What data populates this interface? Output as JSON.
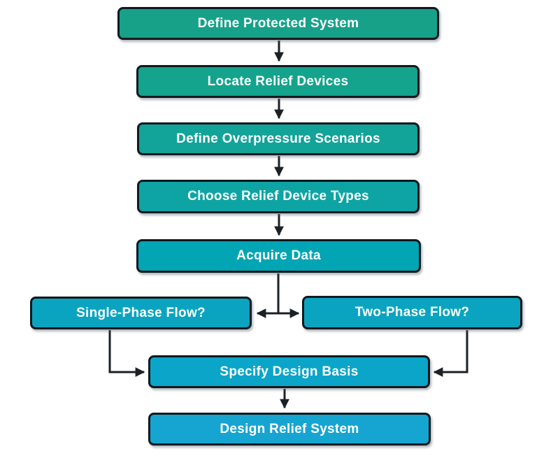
{
  "diagram": {
    "type": "flowchart",
    "colors": {
      "background": "#ffffff",
      "border": "#10191f",
      "arrow": "#1c2125",
      "text": "#ffffff"
    },
    "nodes": [
      {
        "id": "define-protected-system",
        "label": "Define Protected System",
        "color": "#17a189"
      },
      {
        "id": "locate-relief-devices",
        "label": "Locate Relief Devices",
        "color": "#14a38c"
      },
      {
        "id": "define-overpressure-scenarios",
        "label": "Define Overpressure Scenarios",
        "color": "#12a399"
      },
      {
        "id": "choose-relief-device-types",
        "label": "Choose Relief Device Types",
        "color": "#0ea4a4"
      },
      {
        "id": "acquire-data",
        "label": "Acquire Data",
        "color": "#02a5b4"
      },
      {
        "id": "single-phase-flow",
        "label": "Single-Phase Flow?",
        "color": "#0aa4c0"
      },
      {
        "id": "two-phase-flow",
        "label": "Two-Phase Flow?",
        "color": "#0aa4c0"
      },
      {
        "id": "specify-design-basis",
        "label": "Specify Design Basis",
        "color": "#0aa5c8"
      },
      {
        "id": "design-relief-system",
        "label": "Design Relief System",
        "color": "#16a5d1"
      }
    ],
    "edges": [
      {
        "from": "define-protected-system",
        "to": "locate-relief-devices"
      },
      {
        "from": "locate-relief-devices",
        "to": "define-overpressure-scenarios"
      },
      {
        "from": "define-overpressure-scenarios",
        "to": "choose-relief-device-types"
      },
      {
        "from": "choose-relief-device-types",
        "to": "acquire-data"
      },
      {
        "from": "acquire-data",
        "to": "single-phase-flow"
      },
      {
        "from": "acquire-data",
        "to": "two-phase-flow"
      },
      {
        "from": "single-phase-flow",
        "to": "specify-design-basis"
      },
      {
        "from": "two-phase-flow",
        "to": "specify-design-basis"
      },
      {
        "from": "specify-design-basis",
        "to": "design-relief-system"
      }
    ]
  }
}
